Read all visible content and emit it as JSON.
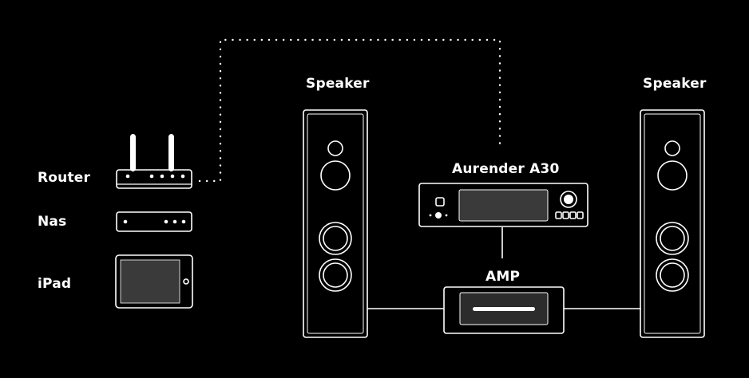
{
  "labels": {
    "router": "Router",
    "nas": "Nas",
    "ipad": "iPad",
    "speaker_left": "Speaker",
    "speaker_right": "Speaker",
    "source": "Aurender A30",
    "amp": "AMP"
  },
  "colors": {
    "background": "#000000",
    "line": "#ffffff",
    "screen_fill": "#3a3a3a",
    "panel_fill": "#2c2c2c"
  },
  "icons": {
    "router": "router-icon",
    "nas": "nas-icon",
    "ipad": "tablet-icon",
    "speaker": "floorstanding-speaker-icon",
    "streamer": "music-server-icon",
    "amp": "amplifier-icon"
  }
}
